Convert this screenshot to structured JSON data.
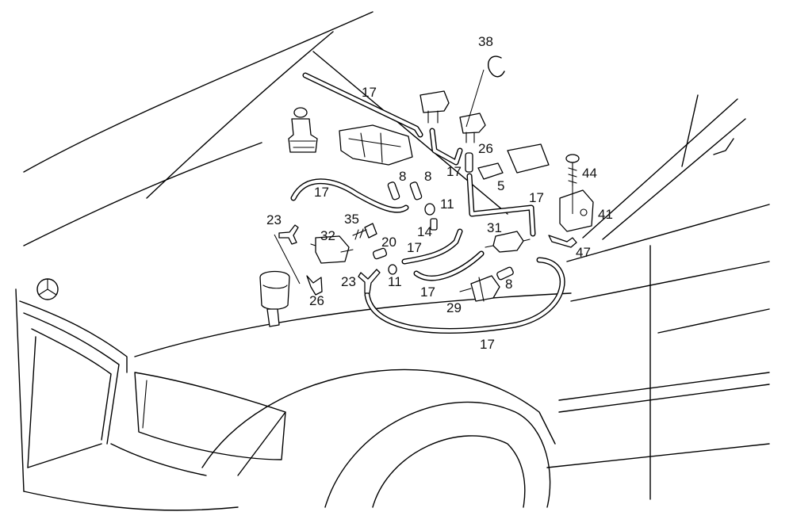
{
  "callouts": {
    "c38": "38",
    "c17a": "17",
    "c26a": "26",
    "c17b": "17",
    "c5": "5",
    "c8a": "8",
    "c8b": "8",
    "c17c": "17",
    "c11a": "11",
    "c17d": "17",
    "c44": "44",
    "c41": "41",
    "c35": "35",
    "c23a": "23",
    "c32": "32",
    "c20": "20",
    "c14": "14",
    "c31": "31",
    "c17e": "17",
    "c47": "47",
    "c23b": "23",
    "c11b": "11",
    "c26b": "26",
    "c17f": "17",
    "c8c": "8",
    "c29": "29",
    "c17g": "17"
  }
}
